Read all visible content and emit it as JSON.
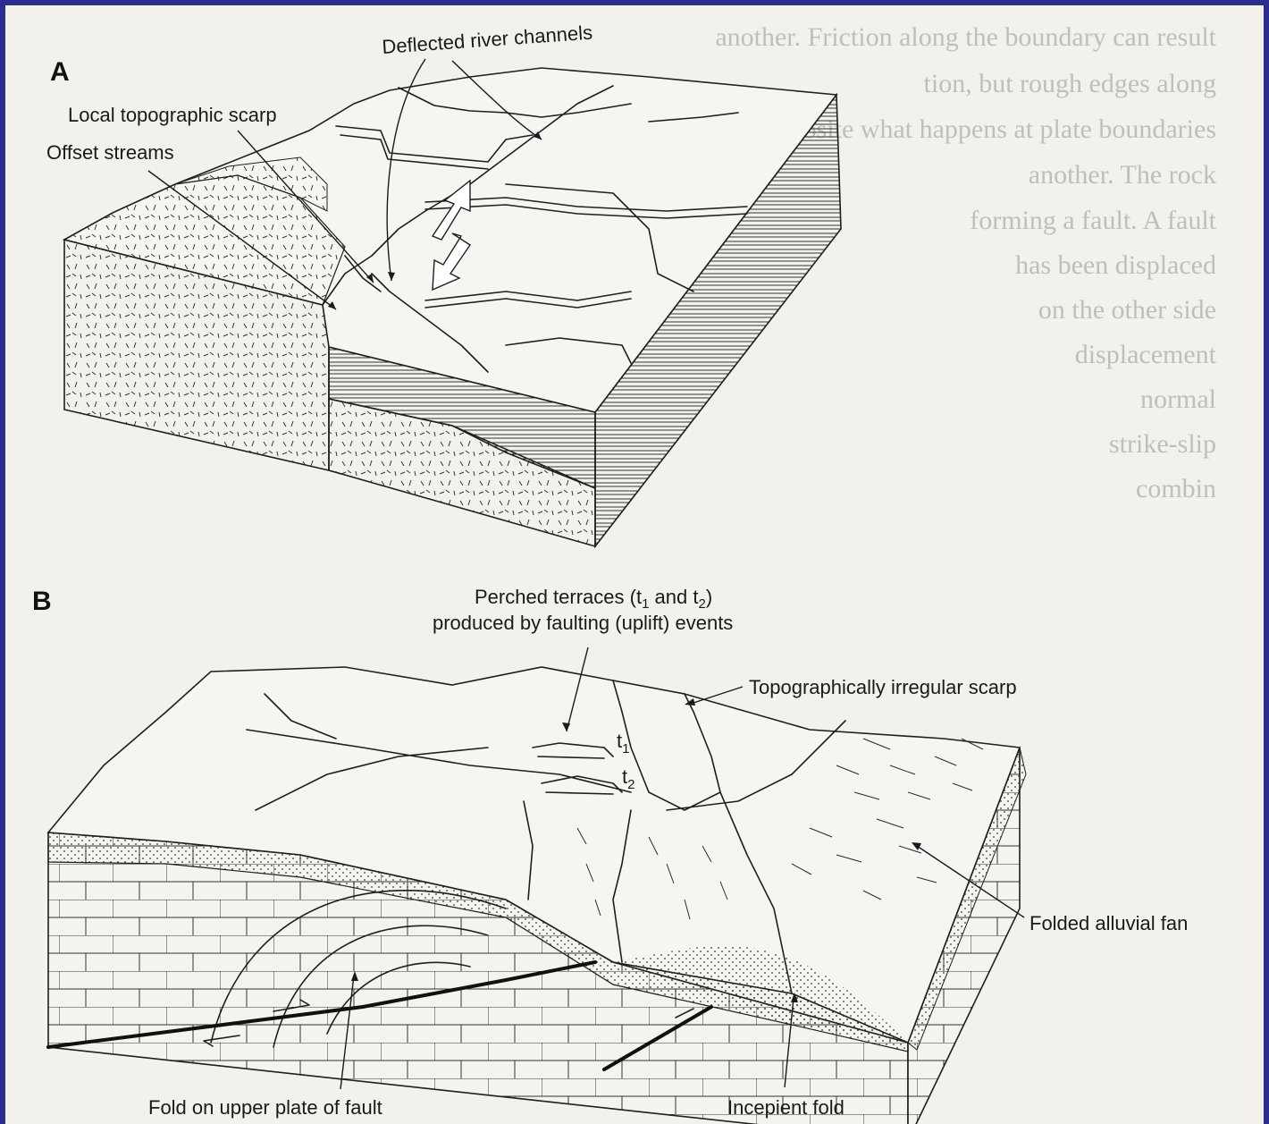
{
  "figure": {
    "panel_a": {
      "letter": "A",
      "labels": {
        "deflected_channels": "Deflected river channels",
        "local_scarp": "Local topographic scarp",
        "offset_streams": "Offset streams"
      }
    },
    "panel_b": {
      "letter": "B",
      "labels": {
        "perched_terraces_line1": "Perched terraces (t",
        "perched_terraces_sub1": "1",
        "perched_terraces_mid": " and t",
        "perched_terraces_sub2": "2",
        "perched_terraces_end": ")",
        "perched_terraces_line2": "produced by faulting (uplift) events",
        "irregular_scarp": "Topographically irregular scarp",
        "t1": "t",
        "t1_sub": "1",
        "t2": "t",
        "t2_sub": "2",
        "folded_fan": "Folded alluvial fan",
        "fold_upper_plate": "Fold on upper plate of fault",
        "incipient_fold": "Incepient fold"
      }
    },
    "background_text": [
      "another. Friction along the boundary can result",
      "tion, but rough edges along",
      "opposite what happens at plate boundaries",
      "another. The rock",
      "forming a fault. A fault",
      "has been displaced",
      "on the other side",
      "displacement",
      "normal",
      "strike-slip",
      "combin"
    ]
  }
}
